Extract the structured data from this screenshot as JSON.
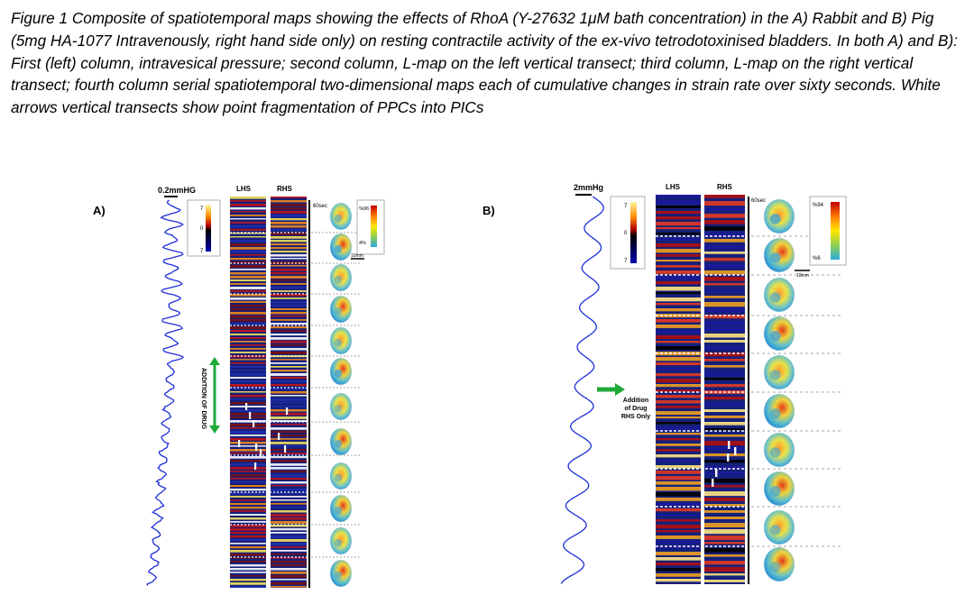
{
  "caption": "Figure 1 Composite of spatiotemporal maps showing the effects of RhoA (Y-27632 1μM bath concentration) in the A) Rabbit and B) Pig (5mg HA-1077 Intravenously, right hand side only) on resting contractile activity of the ex-vivo tetrodotoxinised bladders. In both A) and B): First (left) column, intravesical pressure; second column, L-map on the left vertical transect; third column, L-map on the right vertical transect; fourth column serial spatiotemporal two-dimensional maps each of cumulative changes in strain rate over sixty seconds. White arrows vertical transects show point fragmentation of PPCs into PICs",
  "panel_a": {
    "label": "A)",
    "pressure_scale": "0.2mmHG",
    "lhs": "LHS",
    "rhs": "RHS",
    "time": "60sec",
    "drug_label": "ADDITION OF DRUG",
    "scale_bar": "10mm",
    "colorbar_top": "%96",
    "colorbar_bottom": "4%",
    "lmap_legend_top": "7",
    "lmap_legend_mid": "0",
    "lmap_legend_bottom": "7"
  },
  "panel_b": {
    "label": "B)",
    "pressure_scale": "2mmHg",
    "lhs": "LHS",
    "rhs": "RHS",
    "time": "60sec",
    "drug_line1": "Addition",
    "drug_line2": "of Drug",
    "drug_line3": "RHS Only",
    "scale_bar": "10mm",
    "colorbar_top": "%94",
    "colorbar_bottom": "%6",
    "lmap_legend_top": "7",
    "lmap_legend_mid": "0",
    "lmap_legend_bottom": "7"
  },
  "colors": {
    "trace": "#1f2fd8",
    "arrow": "#1faa3b",
    "map_bg": "#1a2a8a"
  }
}
